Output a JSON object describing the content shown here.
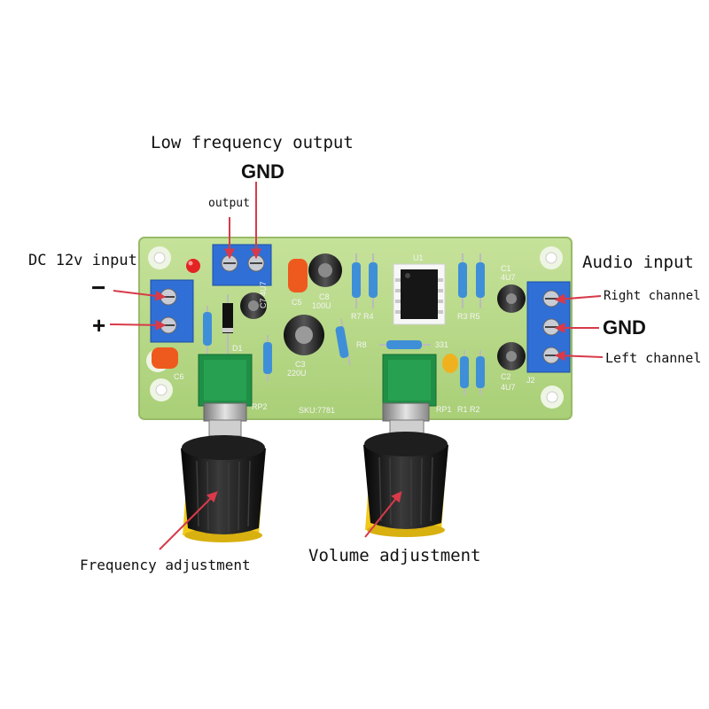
{
  "labels": {
    "low_freq_output": "Low frequency output",
    "gnd_top": "GND",
    "output": "output",
    "dc_input": "DC 12v input",
    "minus": "−",
    "plus": "+",
    "audio_input": "Audio input",
    "right_channel": "Right channel",
    "gnd_right": "GND",
    "left_channel": "Left channel",
    "frequency_adjustment": "Frequency adjustment",
    "volume_adjustment": "Volume adjustment"
  },
  "silkscreen": {
    "c5": "C5",
    "c7": "C7 4U7",
    "c8": "C8",
    "c8_val": "100U",
    "c3": "C3",
    "c3_val": "220U",
    "c1": "C1",
    "c1_val": "4U7",
    "c2": "C2",
    "c2_val": "4U7",
    "c6": "C6",
    "d1": "D1",
    "rp1": "RP1",
    "rp2": "RP2",
    "r7r4": "R7 R4",
    "r3r5": "R3 R5",
    "r1r2": "R1 R2",
    "r8": "R8",
    "r331": "331",
    "sku": "SKU:7781",
    "j2": "J2",
    "u1": "U1"
  },
  "colors": {
    "pcb": "#b9d98a",
    "terminal": "#2f6fd6",
    "pot": "#1f8f45",
    "knob": "#141414",
    "knob_base": "#f2c91a",
    "arrow": "#d83a4a"
  }
}
